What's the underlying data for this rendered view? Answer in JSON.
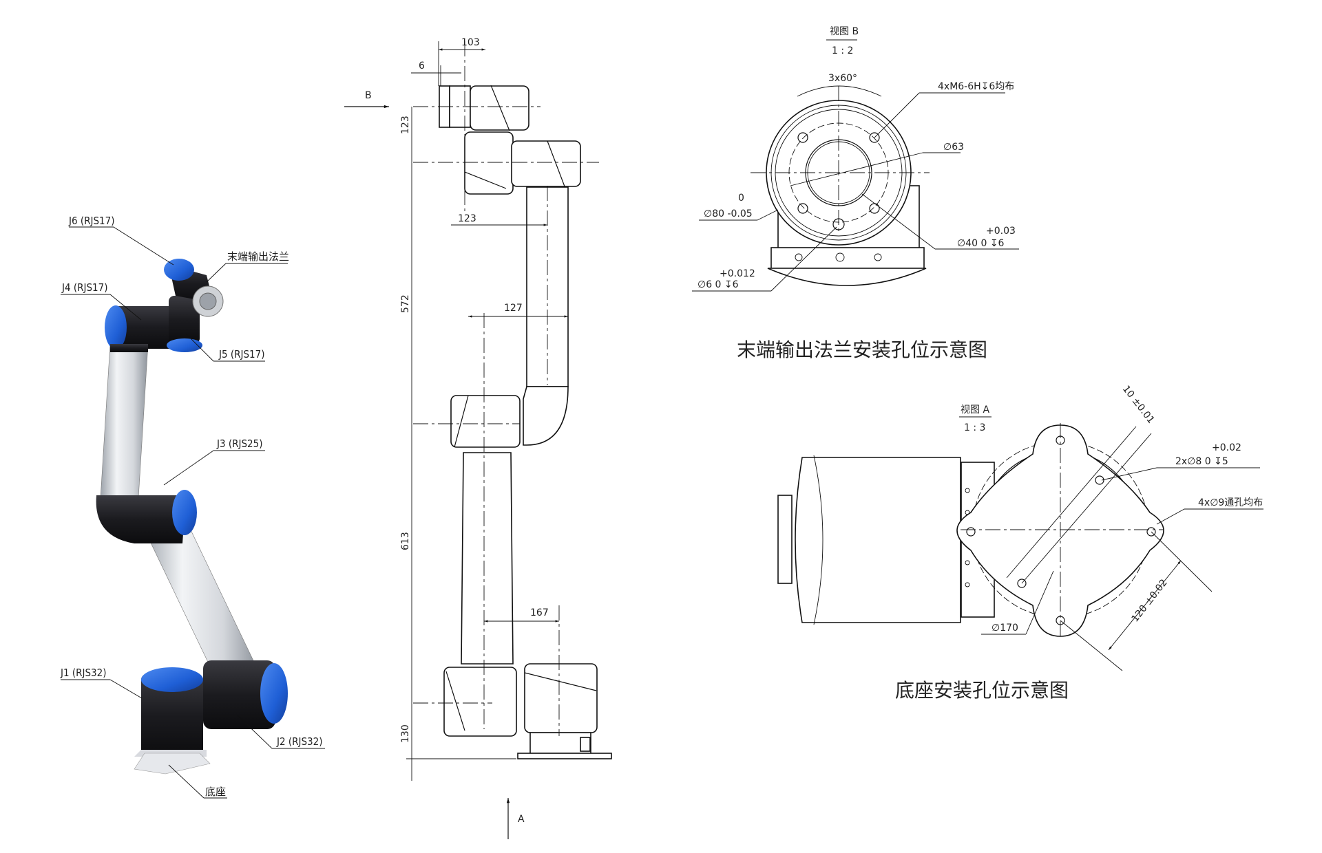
{
  "robot_3d": {
    "labels": {
      "j6": "J6 (RJS17)",
      "flange": "末端输出法兰",
      "j4": "J4 (RJS17)",
      "j5": "J5 (RJS17)",
      "j3": "J3 (RJS25)",
      "j1": "J1 (RJS32)",
      "j2": "J2 (RJS32)",
      "base": "底座"
    },
    "colors": {
      "joint_black": "#1e1e22",
      "cap_blue": "#1f5fd6",
      "link_silver": "#c9ccd1"
    }
  },
  "side_view": {
    "view_markers": {
      "b": "B",
      "a": "A"
    },
    "dimensions": {
      "top_width": "103",
      "flange_offset": "6",
      "wrist_height": "123",
      "wrist_offset": "123",
      "upper_arm": "572",
      "elbow_offset": "127",
      "forearm": "613",
      "shoulder_offset": "167",
      "base_height": "130"
    }
  },
  "view_b": {
    "title": "视图 B",
    "scale": "1 : 2",
    "angle": "3x60°",
    "threads": "4xM6-6H↧6均布",
    "d63": "∅63",
    "d80_tol_upper": "0",
    "d80": "∅80  -0.05",
    "d40_tol": "+0.03",
    "d40": "∅40   0    ↧6",
    "d6_tol": "+0.012",
    "d6": "∅6   0    ↧6",
    "caption": "末端输出法兰安装孔位示意图"
  },
  "view_a": {
    "title": "视图 A",
    "scale": "1 : 3",
    "offset": "10 ±0.01",
    "pin_tol": "+0.02",
    "pin": "2x∅8   0    ↧5",
    "holes": "4x∅9通孔均布",
    "d170": "∅170",
    "spacing": "120 ±0.02",
    "caption": "底座安装孔位示意图"
  }
}
